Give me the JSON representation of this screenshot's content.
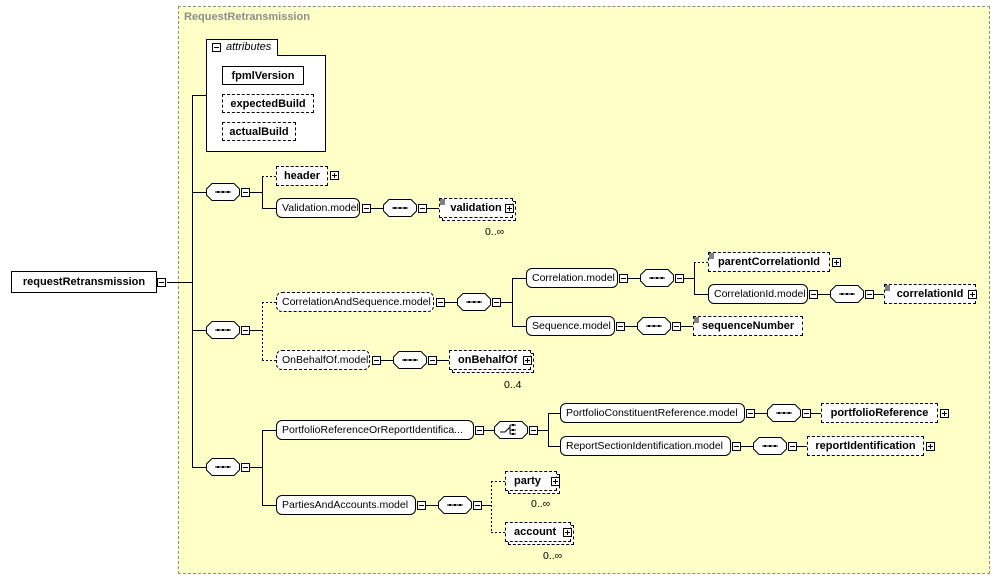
{
  "diagram": {
    "title": "RequestRetransmission",
    "root": "requestRetransmission",
    "attributes": {
      "tab_label": "attributes",
      "items": [
        "fpmlVersion",
        "expectedBuild",
        "actualBuild"
      ]
    },
    "elements": {
      "header": "header",
      "validation_model": "Validation.model",
      "validation": "validation",
      "validation_card": "0..∞",
      "correlation_and_sequence_model": "CorrelationAndSequence.model",
      "correlation_model": "Correlation.model",
      "parent_correlation_id": "parentCorrelationId",
      "correlation_id_model": "CorrelationId.model",
      "correlation_id": "correlationId",
      "sequence_model": "Sequence.model",
      "sequence_number": "sequenceNumber",
      "on_behalf_of_model": "OnBehalfOf.model",
      "on_behalf_of": "onBehalfOf",
      "on_behalf_of_card": "0..4",
      "portfolio_or_report_model": "PortfolioReferenceOrReportIdentifica...",
      "portfolio_constituent_model": "PortfolioConstituentReference.model",
      "portfolio_reference": "portfolioReference",
      "report_section_model": "ReportSectionIdentification.model",
      "report_identification": "reportIdentification",
      "parties_and_accounts_model": "PartiesAndAccounts.model",
      "party": "party",
      "party_card": "0..∞",
      "account": "account",
      "account_card": "0..∞"
    }
  }
}
